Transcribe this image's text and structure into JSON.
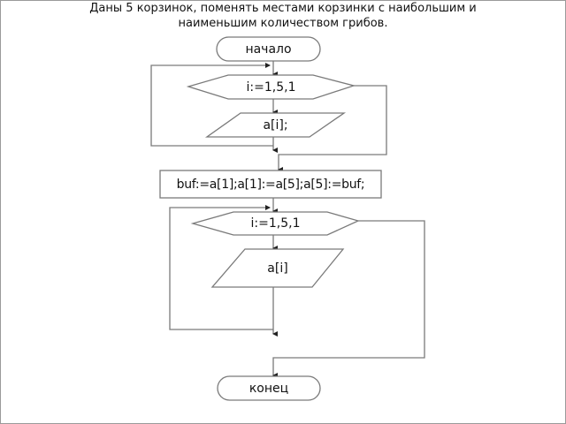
{
  "title": {
    "line1": "Даны 5 корзинок, поменять местами корзинки с наибольшим и",
    "line2": "наименьшим количеством грибов."
  },
  "flowchart": {
    "start": {
      "label": "начало",
      "shape": "terminal"
    },
    "loop1": {
      "label": "i:=1,5,1",
      "shape": "hexagon-loop"
    },
    "input1": {
      "label": "a[i];",
      "shape": "parallelogram-io"
    },
    "process": {
      "label": "buf:=a[1];a[1]:=a[5];a[5]:=buf;",
      "shape": "rectangle"
    },
    "loop2": {
      "label": "i:=1,5,1",
      "shape": "hexagon-loop"
    },
    "output1": {
      "label": "a[i]",
      "shape": "parallelogram-io"
    },
    "end": {
      "label": "конец",
      "shape": "terminal"
    }
  },
  "colors": {
    "stroke": "#7a7a7a",
    "text": "#111111",
    "background": "#ffffff",
    "frame": "#9a9a9a"
  }
}
